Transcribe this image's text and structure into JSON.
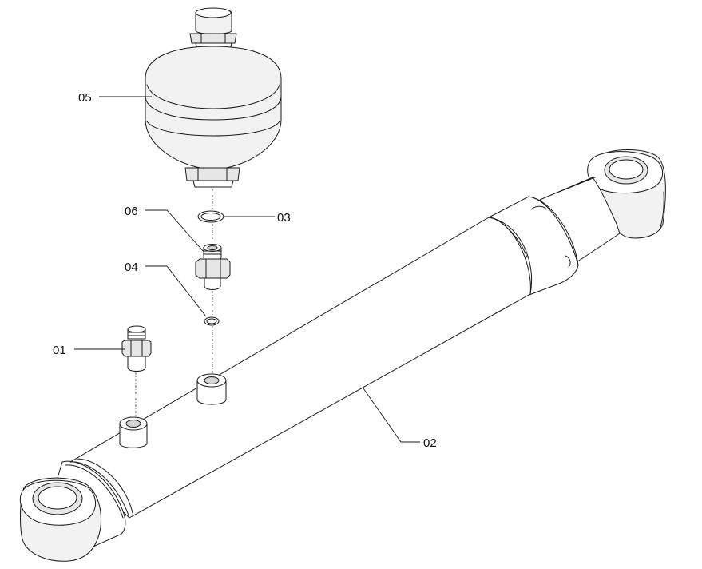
{
  "callouts": {
    "c01": "01",
    "c02": "02",
    "c03": "03",
    "c04": "04",
    "c05": "05",
    "c06": "06"
  }
}
